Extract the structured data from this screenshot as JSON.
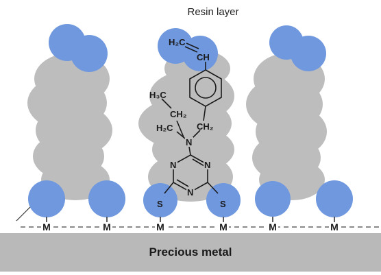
{
  "diagram": {
    "resin_label": "Resin layer",
    "metal_label": "Precious metal",
    "bond_atom": "M",
    "molecule": {
      "vinyl_ch2": "H₂C",
      "vinyl_ch": "CH",
      "ethyl_ch3": "H₃C",
      "ethyl_ch2": "CH₂",
      "n_ch2_left": "H₂C",
      "n_ch2_right": "CH₂",
      "amine_n": "N",
      "ring_n": "N",
      "thiol_s": "S"
    },
    "colors": {
      "blue_atom": "#6f98df",
      "gray_cloud": "#bdbdbd",
      "metal": "#b9b9b9",
      "text": "#1a1a1a"
    }
  }
}
